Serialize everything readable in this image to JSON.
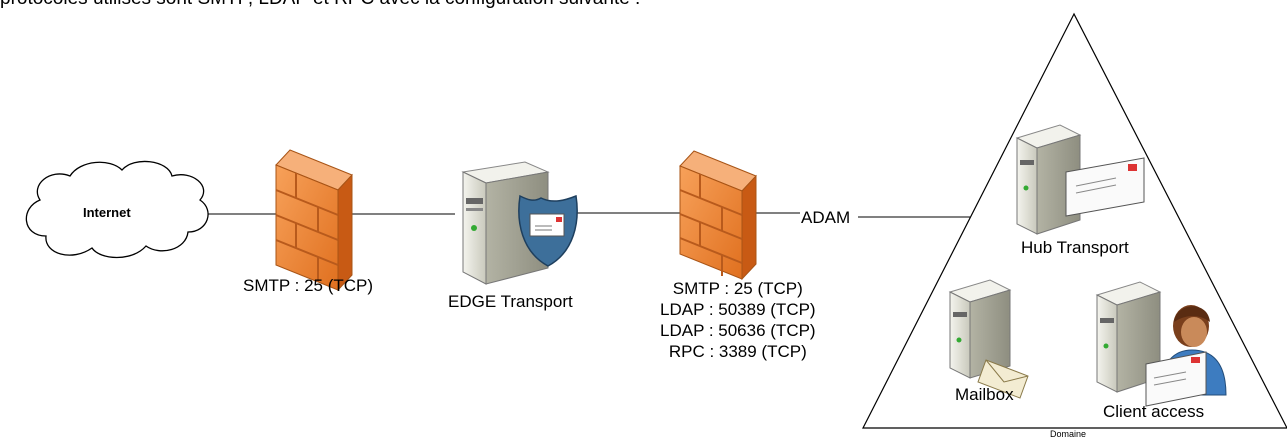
{
  "intro_text": "protocoles utilisés sont SMTP, LDAP et RPC avec la configuration suivante :",
  "nodes": {
    "internet": "Internet",
    "edge_transport": "EDGE Transport",
    "hub_transport": "Hub Transport",
    "mailbox": "Mailbox",
    "client_access": "Client access",
    "domain": "Domaine",
    "adam": "ADAM"
  },
  "firewall1_label": "SMTP : 25 (TCP)",
  "firewall2_ports": [
    "SMTP : 25 (TCP)",
    "LDAP : 50389 (TCP)",
    "LDAP : 50636 (TCP)",
    "RPC : 3389 (TCP)"
  ],
  "colors": {
    "firewall_front": "#f08a3c",
    "firewall_side": "#c85a14",
    "server_body": "#e2e2d6",
    "shield": "#3d6f9a"
  }
}
